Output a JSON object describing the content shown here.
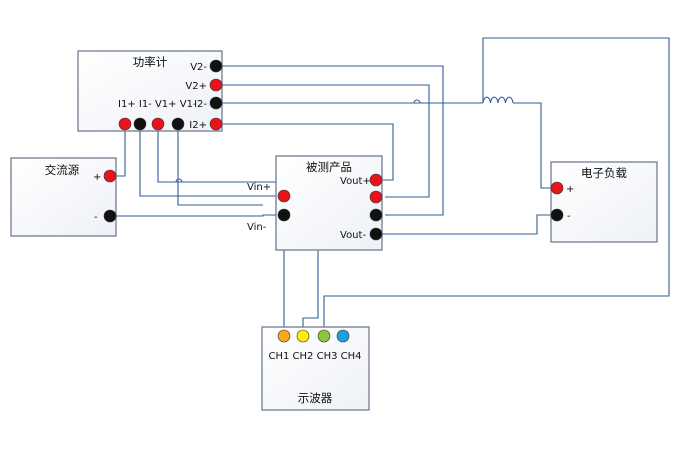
{
  "colors": {
    "wire": "#2f5f95",
    "box_stroke": "#6f7d90",
    "terminal_red": "#e8141b",
    "terminal_black": "#111111",
    "ch1": "#f7a81b",
    "ch2": "#ffee00",
    "ch3": "#8cc63f",
    "ch4": "#1ba1e2"
  },
  "power_meter": {
    "title": "功率计",
    "labels": {
      "v2_minus": "V2-",
      "v2_plus": "V2+",
      "i2_minus": "I2-",
      "i2_plus": "I2+",
      "bottom": "I1+ I1-  V1+ V1-"
    }
  },
  "ac_source": {
    "title": "交流源",
    "labels": {
      "plus": "+",
      "minus": "-"
    }
  },
  "dut": {
    "title": "被测产品",
    "labels": {
      "vin_plus": "Vin+",
      "vin_minus": "Vin-",
      "vout_plus": "Vout+",
      "vout_minus": "Vout-"
    }
  },
  "electronic_load": {
    "title": "电子负载",
    "labels": {
      "plus": "+",
      "minus": "-"
    }
  },
  "oscilloscope": {
    "title": "示波器",
    "channels": "CH1 CH2 CH3 CH4"
  }
}
